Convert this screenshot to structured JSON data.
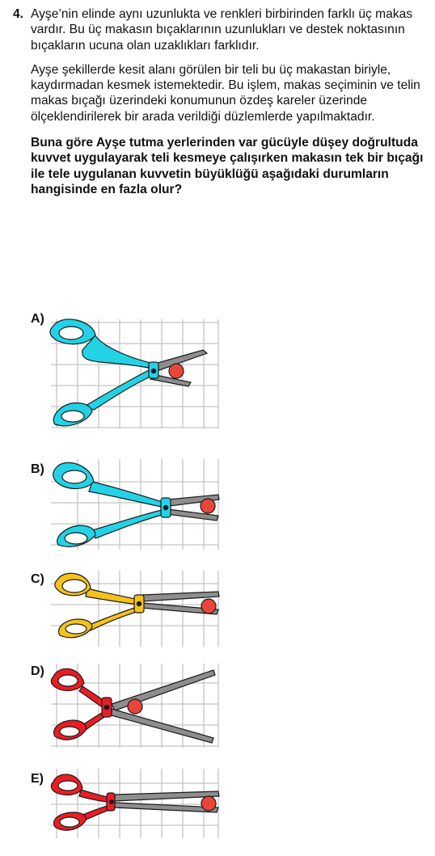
{
  "question": {
    "number": "4.",
    "paragraph1": "Ayşe’nin elinde aynı uzunlukta ve renkleri birbirinden farklı üç makas vardır. Bu üç makasın bıçaklarının uzunlukları ve destek noktasının bıçakların ucuna olan uzaklıkları farklıdır.",
    "paragraph2": "Ayşe şekillerde kesit alanı görülen bir teli bu üç makastan biriyle, kaydırmadan kesmek istemektedir. Bu işlem, makas seçiminin ve telin makas bıçağı üzerindeki konumunun özdeş kareler üzerinde ölçeklendirilerek bir arada verildiği düzlemlerde yapılmaktadır.",
    "prompt": "Buna göre Ayşe tutma yerlerinden var gücüyle düşey doğrultuda kuvvet uygulayarak teli kesmeye çalışırken makasın tek bir bıçağı ile tele uygulanan kuvvetin büyüklüğü aşağıdaki durumların hangisinde en fazla olur?"
  },
  "options": [
    {
      "label": "A)",
      "handle_color": "#22d3e6",
      "blade_color": "#8e8e8e",
      "wire_color": "#e8463a"
    },
    {
      "label": "B)",
      "handle_color": "#22d3e6",
      "blade_color": "#8e8e8e",
      "wire_color": "#e8463a"
    },
    {
      "label": "C)",
      "handle_color": "#f4c21a",
      "blade_color": "#8e8e8e",
      "wire_color": "#e8463a"
    },
    {
      "label": "D)",
      "handle_color": "#ec1c24",
      "blade_color": "#8e8e8e",
      "wire_color": "#e8463a"
    },
    {
      "label": "E)",
      "handle_color": "#ec1c24",
      "blade_color": "#8e8e8e",
      "wire_color": "#e8463a"
    }
  ]
}
